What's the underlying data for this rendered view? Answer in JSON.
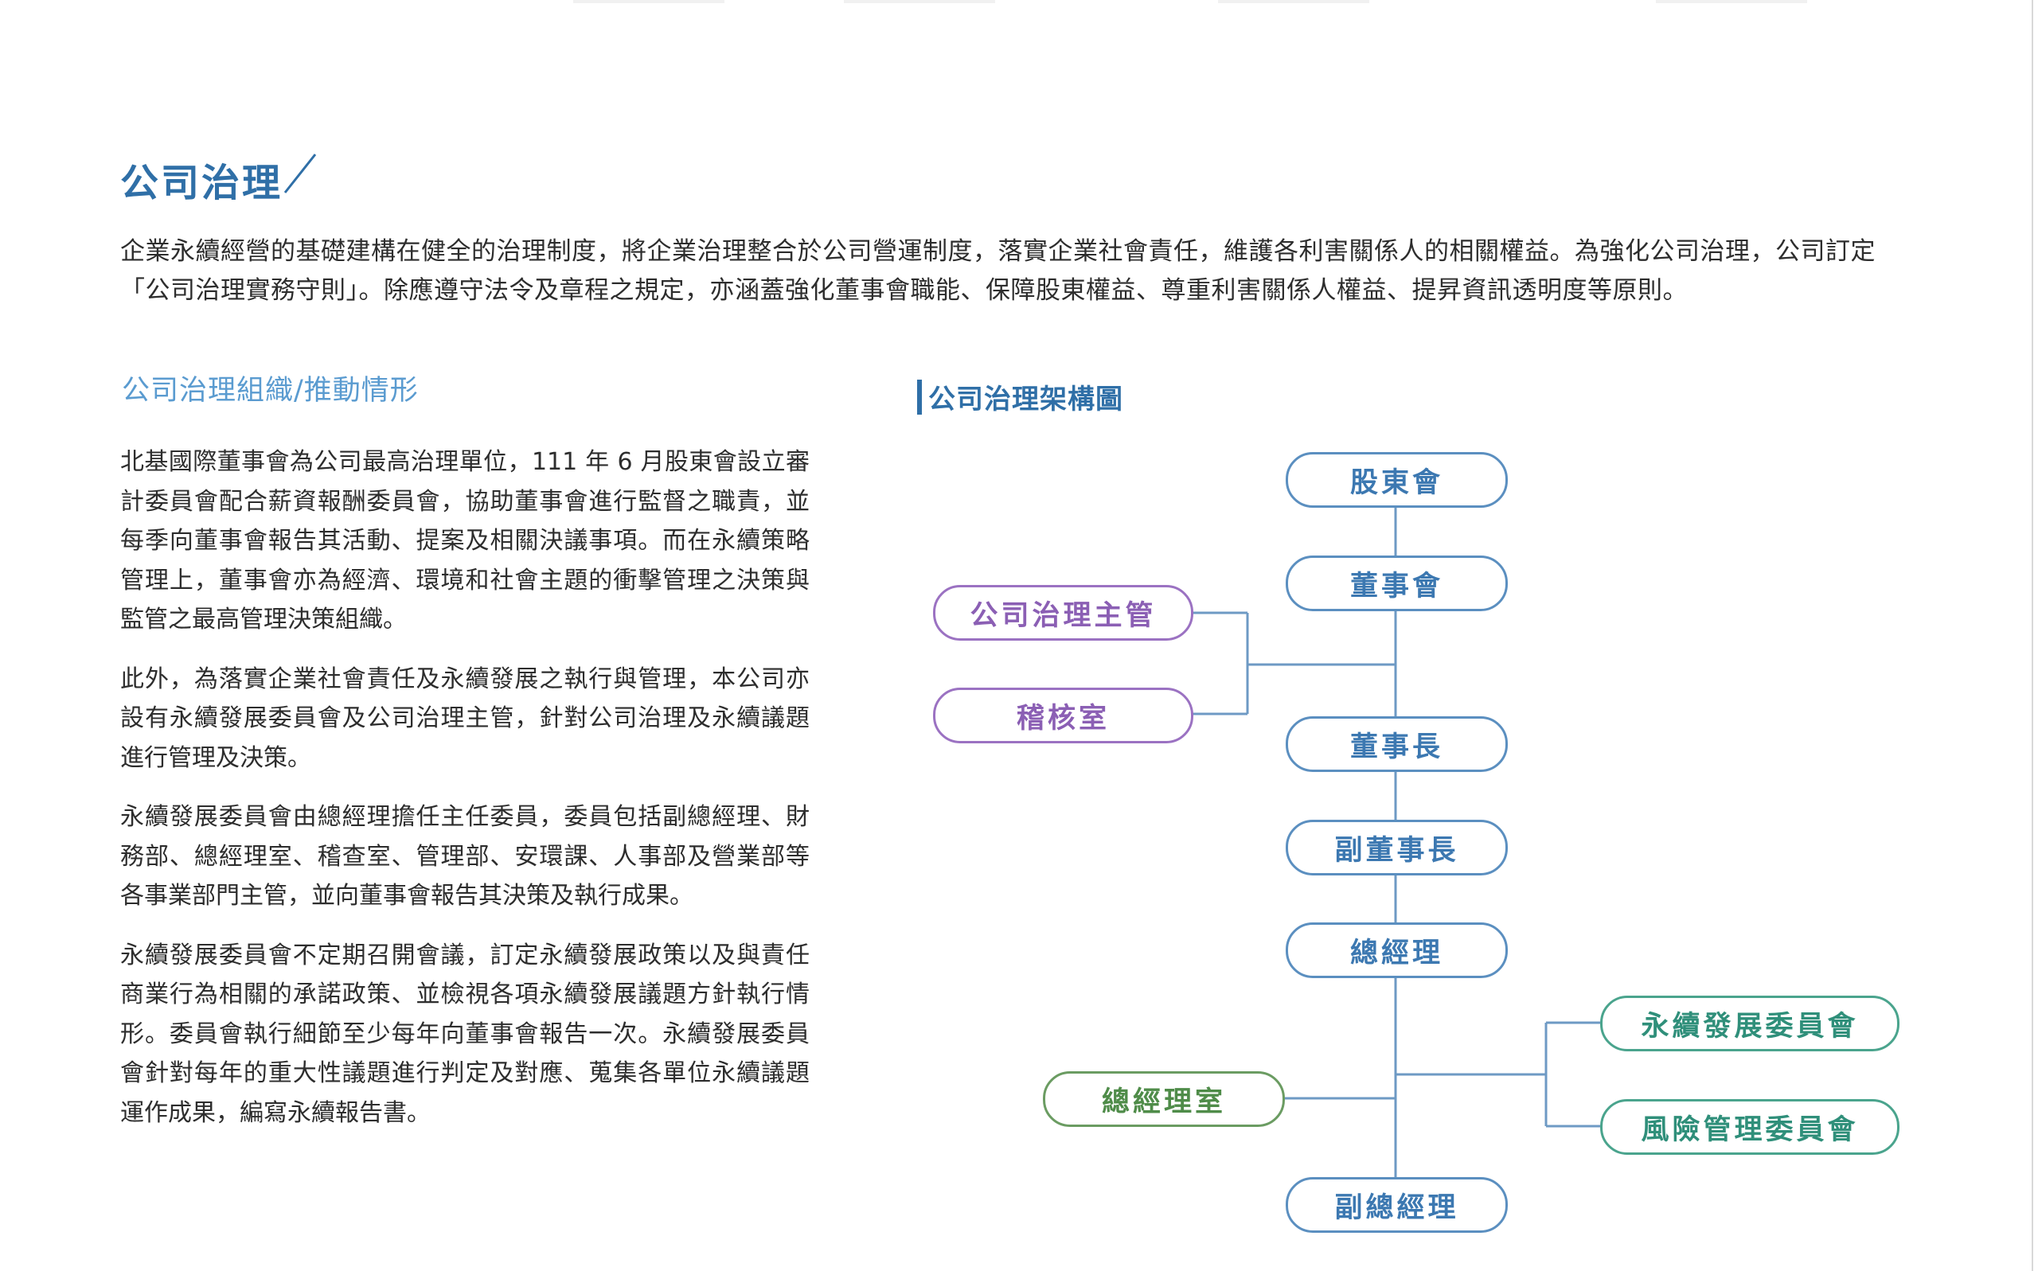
{
  "colors": {
    "accent_blue": "#2f6fa7",
    "section_blue": "#5a9bd0",
    "node_blue": "#3c78b1",
    "node_purple": "#8b5fb4",
    "node_green": "#4f8c49",
    "node_teal": "#2f8f7a",
    "connector": "#6e9ac4"
  },
  "header": {
    "title": "公司治理"
  },
  "intro": {
    "text": "企業永續經營的基礎建構在健全的治理制度，將企業治理整合於公司營運制度，落實企業社會責任，維護各利害關係人的相關權益。為強化公司治理，公司訂定「公司治理實務守則」。除應遵守法令及章程之規定，亦涵蓋強化董事會職能、保障股東權益、尊重利害關係人權益、提昇資訊透明度等原則。"
  },
  "section": {
    "title": "公司治理組織/推動情形",
    "paragraphs": [
      "北基國際董事會為公司最高治理單位，111 年 6 月股東會設立審計委員會配合薪資報酬委員會，協助董事會進行監督之職責，並每季向董事會報告其活動、提案及相關決議事項。而在永續策略管理上，董事會亦為經濟、環境和社會主題的衝擊管理之決策與監管之最高管理決策組織。",
      "此外，為落實企業社會責任及永續發展之執行與管理，本公司亦設有永續發展委員會及公司治理主管，針對公司治理及永續議題進行管理及決策。",
      "永續發展委員會由總經理擔任主任委員，委員包括副總經理、財務部、總經理室、稽查室、管理部、安環課、人事部及營業部等各事業部門主管，並向董事會報告其決策及執行成果。",
      "永續發展委員會不定期召開會議，訂定永續發展政策以及與責任商業行為相關的承諾政策、並檢視各項永續發展議題方針執行情形。委員會執行細節至少每年向董事會報告一次。永續發展委員會針對每年的重大性議題進行判定及對應、蒐集各單位永續議題運作成果，編寫永續報告書。"
    ]
  },
  "org_chart": {
    "title": "公司治理架構圖",
    "nodes": {
      "shareholders": "股東會",
      "board": "董事會",
      "governance_officer": "公司治理主管",
      "audit_office": "稽核室",
      "chairman": "董事長",
      "vice_chairman": "副董事長",
      "president": "總經理",
      "sustainability_committee": "永續發展委員會",
      "president_office": "總經理室",
      "risk_committee": "風險管理委員會",
      "vice_president": "副總經理"
    }
  }
}
